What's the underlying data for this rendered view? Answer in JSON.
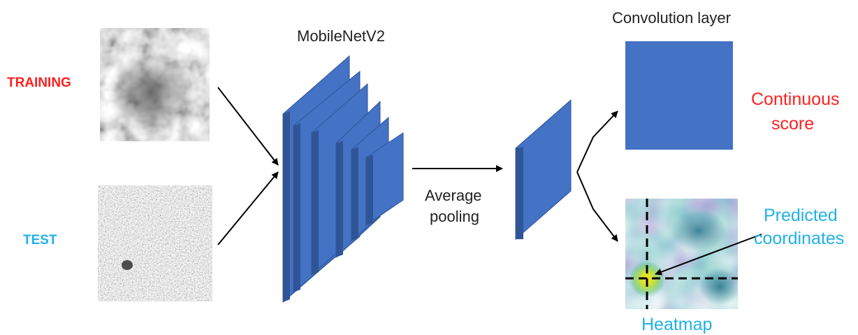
{
  "labels": {
    "training": "TRAINING",
    "test": "TEST",
    "network": "MobileNetV2",
    "pooling_line1": "Average",
    "pooling_line2": "pooling",
    "conv_layer": "Convolution layer",
    "score_line1": "Continuous",
    "score_line2": "score",
    "pred_line1": "Predicted",
    "pred_line2": "coordinates",
    "heatmap": "Heatmap"
  },
  "colors": {
    "layer_face": "#4472c4",
    "layer_side": "#2f5597",
    "label_red": "#ff2020",
    "label_blue": "#21b1e8",
    "heatmap_peak": "#fde725"
  }
}
